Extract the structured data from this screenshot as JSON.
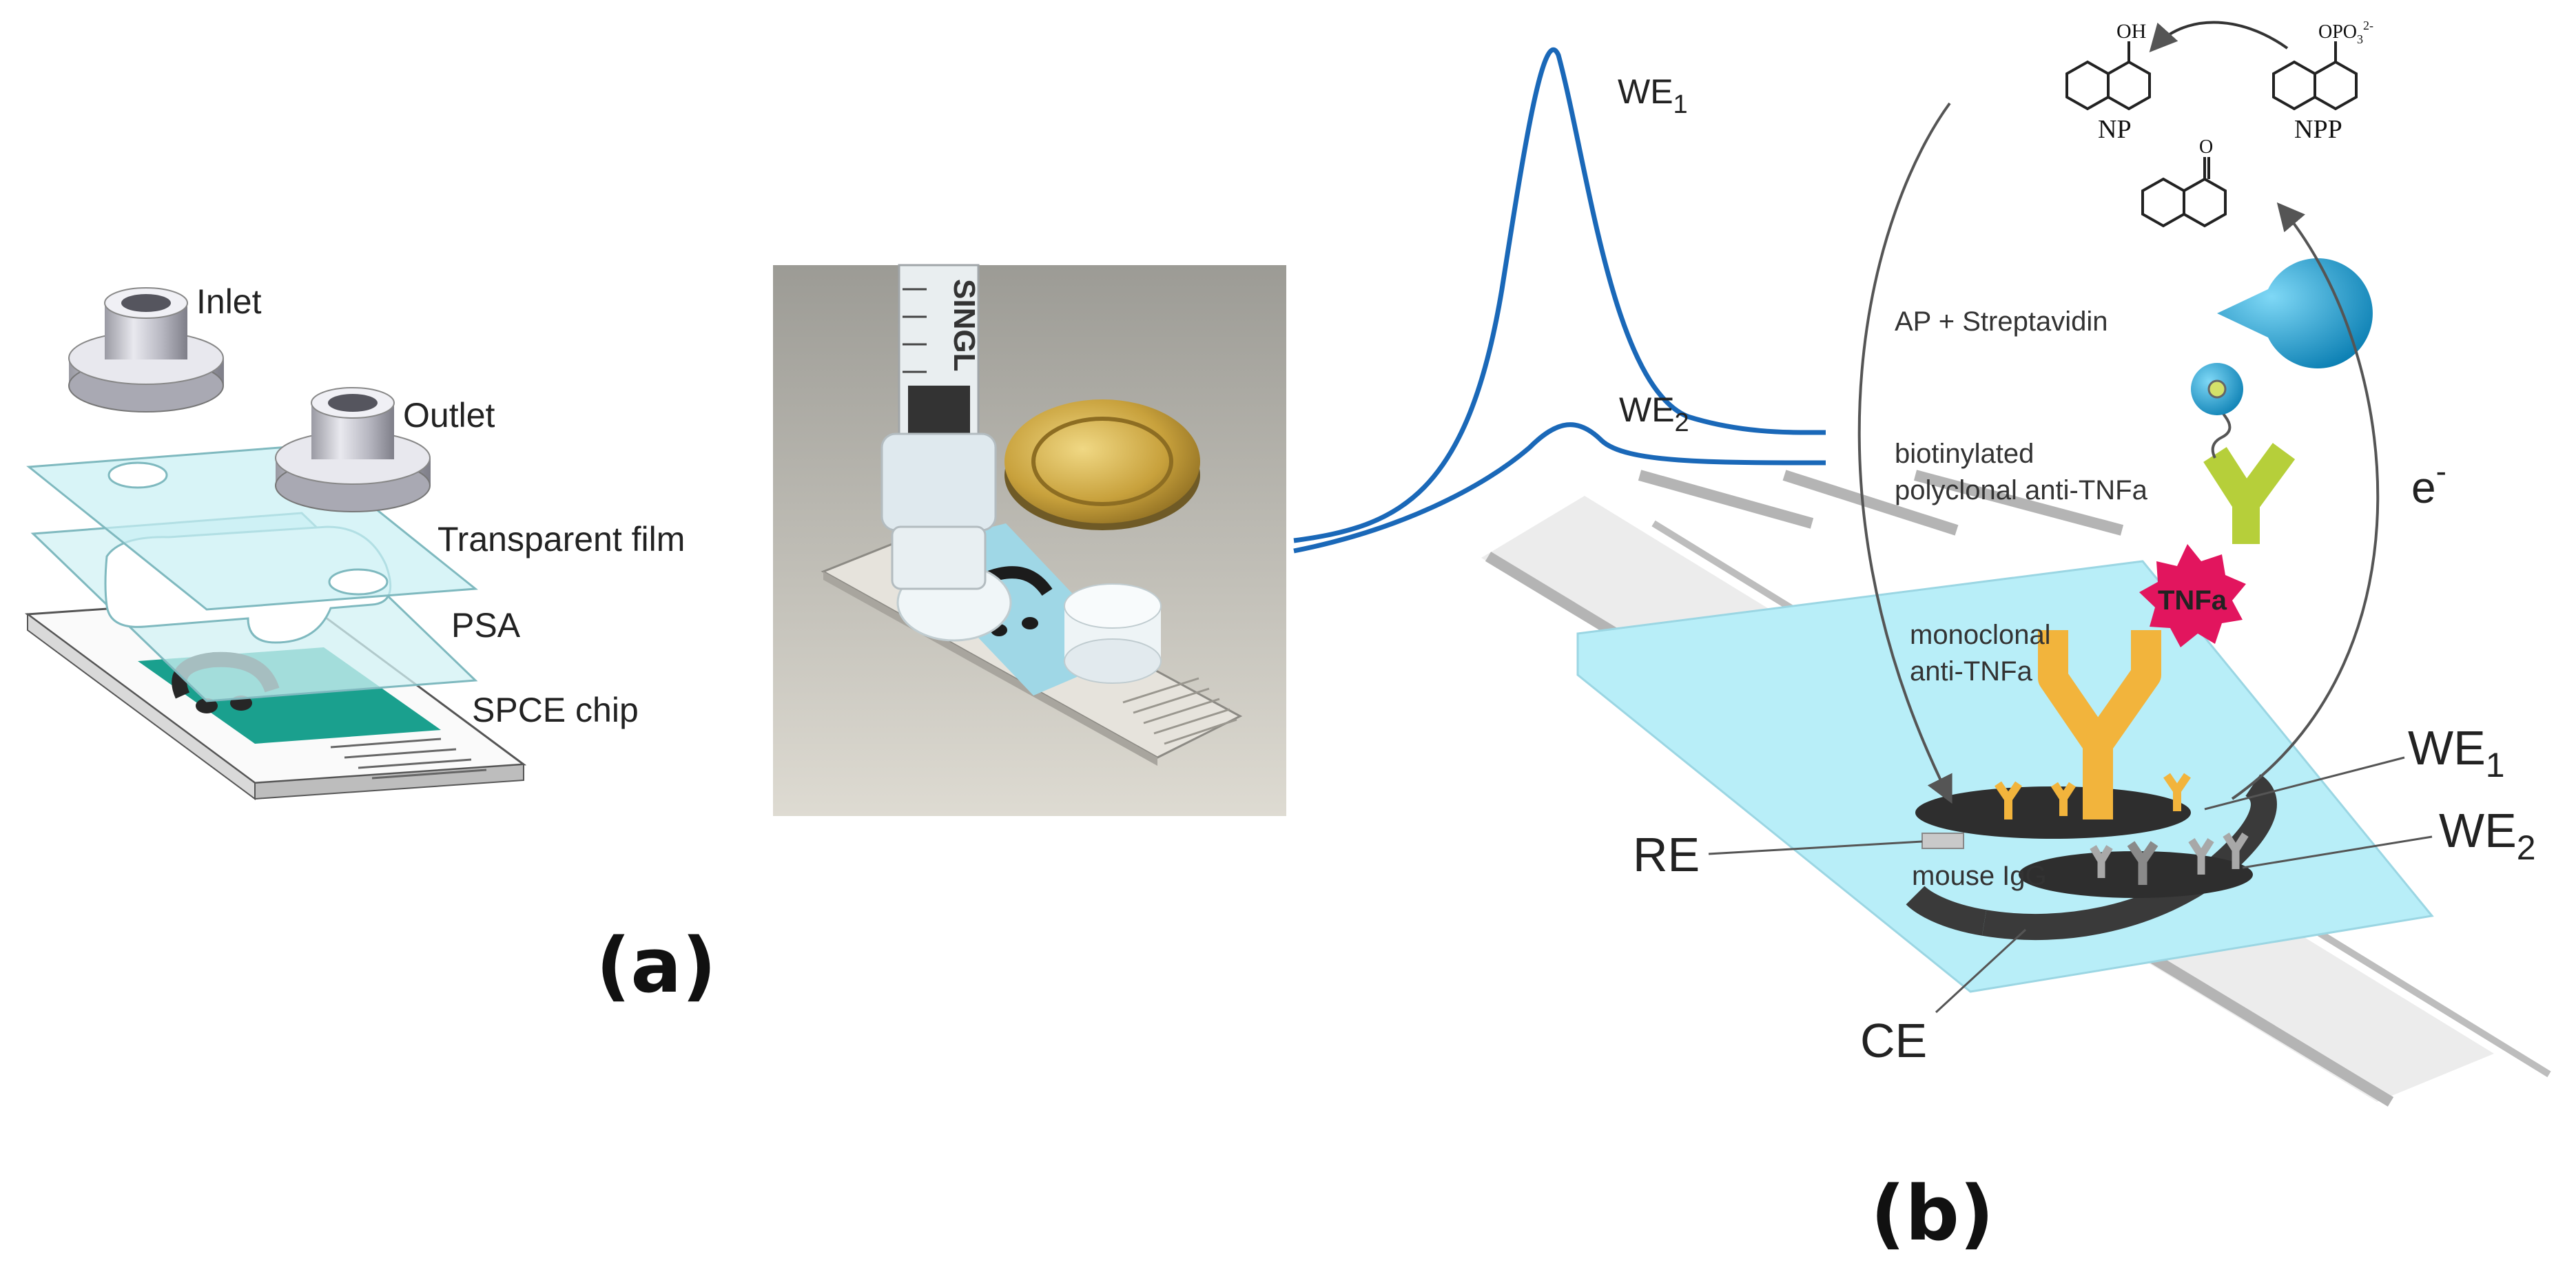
{
  "colors": {
    "we1_curve": "#1a68b8",
    "we2_curve": "#1a68b8",
    "chip_teal": "#1aa08e",
    "film_blue": "#c8f0f4",
    "substrate_blue": "#b8eef8",
    "electrode_dark": "#3a3a3a",
    "capture_antibody": "#f2b43c",
    "detection_antibody": "#b6cf3a",
    "tnfa": "#e2155e",
    "ap_enzyme": "#1c9fd0",
    "mouse_igg": "#a8a8a8",
    "coin_gold": "#c8a13c"
  },
  "panel_a": {
    "label": "(a)",
    "exploded_view": {
      "inlet": "Inlet",
      "outlet": "Outlet",
      "film": "Transparent film",
      "psa": "PSA",
      "chip": "SPCE chip"
    },
    "photo": {
      "syringe_text": "SINGL",
      "icons": [
        "syringe-icon",
        "coin-icon",
        "chip-icon"
      ]
    }
  },
  "panel_b": {
    "label": "(b)",
    "voltammogram": {
      "peak1_label": "WE",
      "peak1_sub": "1",
      "peak2_label": "WE",
      "peak2_sub": "2"
    },
    "chemistry": {
      "np_oh": "OH",
      "np_label": "NP",
      "npp_group": "OPO",
      "npp_group_sub": "3",
      "npp_group_sup": "2-",
      "npp_label": "NPP",
      "ketone_o": "O"
    },
    "electron": "e",
    "electron_sup": "-",
    "labels": {
      "ap": "AP + Streptavidin",
      "biotin_line1": "biotinylated",
      "biotin_line2": "polyclonal anti-TNFa",
      "tnfa": "TNFa",
      "mono_line1": "monoclonal",
      "mono_line2": "anti-TNFa",
      "mouse_igg": "mouse IgG"
    },
    "electrodes": {
      "we1": "WE",
      "we1_sub": "1",
      "we2": "WE",
      "we2_sub": "2",
      "re": "RE",
      "ce": "CE"
    }
  }
}
